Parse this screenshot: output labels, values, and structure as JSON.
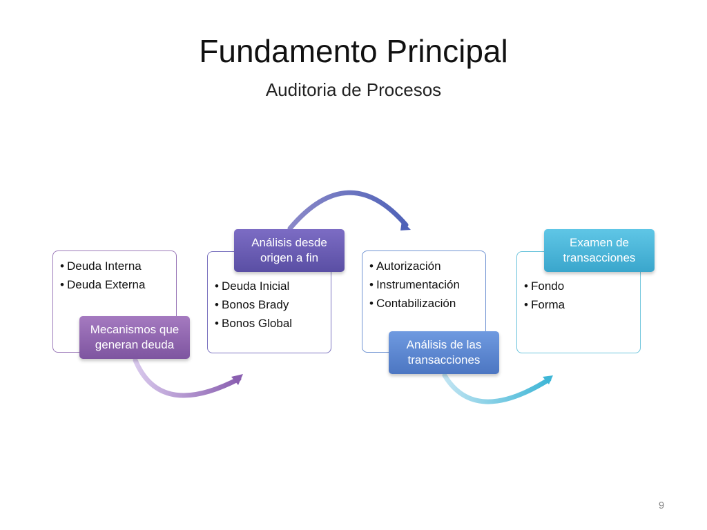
{
  "slide": {
    "title": "Fundamento Principal",
    "subtitle": "Auditoria de Procesos",
    "page_number": "9"
  },
  "process": [
    {
      "label": "Mecanismos que generan deuda",
      "items": [
        "Deuda Interna",
        "Deuda Externa"
      ],
      "color": "#8e63a8"
    },
    {
      "label": "Análisis desde origen a fin",
      "items": [
        "Deuda Inicial",
        "Bonos Brady",
        "Bonos Global"
      ],
      "color": "#6a5fb0"
    },
    {
      "label": "Análisis de las transacciones",
      "items": [
        "Autorización",
        "Instrumentación",
        "Contabilización"
      ],
      "color": "#5b86cf"
    },
    {
      "label": "Examen de transacciones",
      "items": [
        "Fondo",
        "Forma"
      ],
      "color": "#4bb4d8"
    }
  ]
}
